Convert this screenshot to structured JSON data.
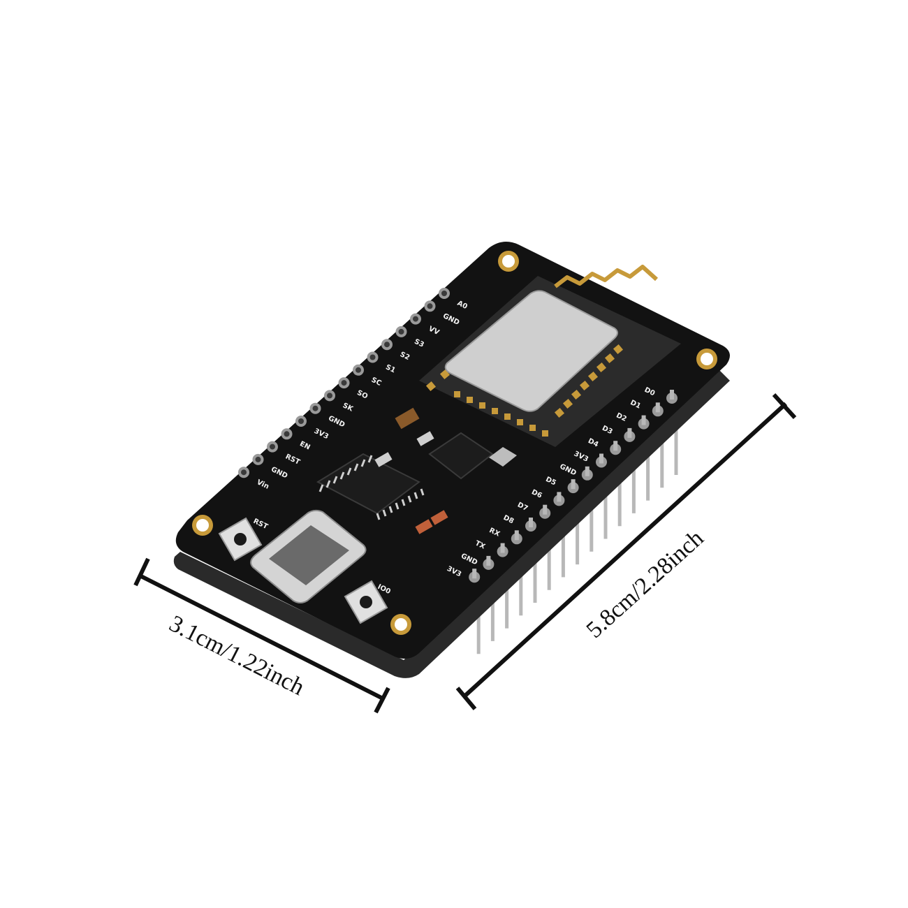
{
  "colors": {
    "pcb": "#121212",
    "pcb_edge": "#2a2a2a",
    "silkscreen": "#f2f2f2",
    "gold": "#c79a3a",
    "shield": "#cfcfcf",
    "pin": "#b8b8b8",
    "dimension": "#111111"
  },
  "board": {
    "left_header_labels": [
      "A0",
      "GND",
      "VV",
      "S3",
      "S2",
      "S1",
      "SC",
      "SO",
      "SK",
      "GND",
      "3V3",
      "EN",
      "RST",
      "GND",
      "Vin"
    ],
    "right_header_labels": [
      "D0",
      "D1",
      "D2",
      "D3",
      "D4",
      "3V3",
      "GND",
      "D5",
      "D6",
      "D7",
      "D8",
      "RX",
      "TX",
      "GND",
      "3V3"
    ],
    "button_rst_label": "RST",
    "button_io0_label": "IO0"
  },
  "dimensions": {
    "width_label": "3.1cm/1.22inch",
    "length_label": "5.8cm/2.28inch"
  }
}
